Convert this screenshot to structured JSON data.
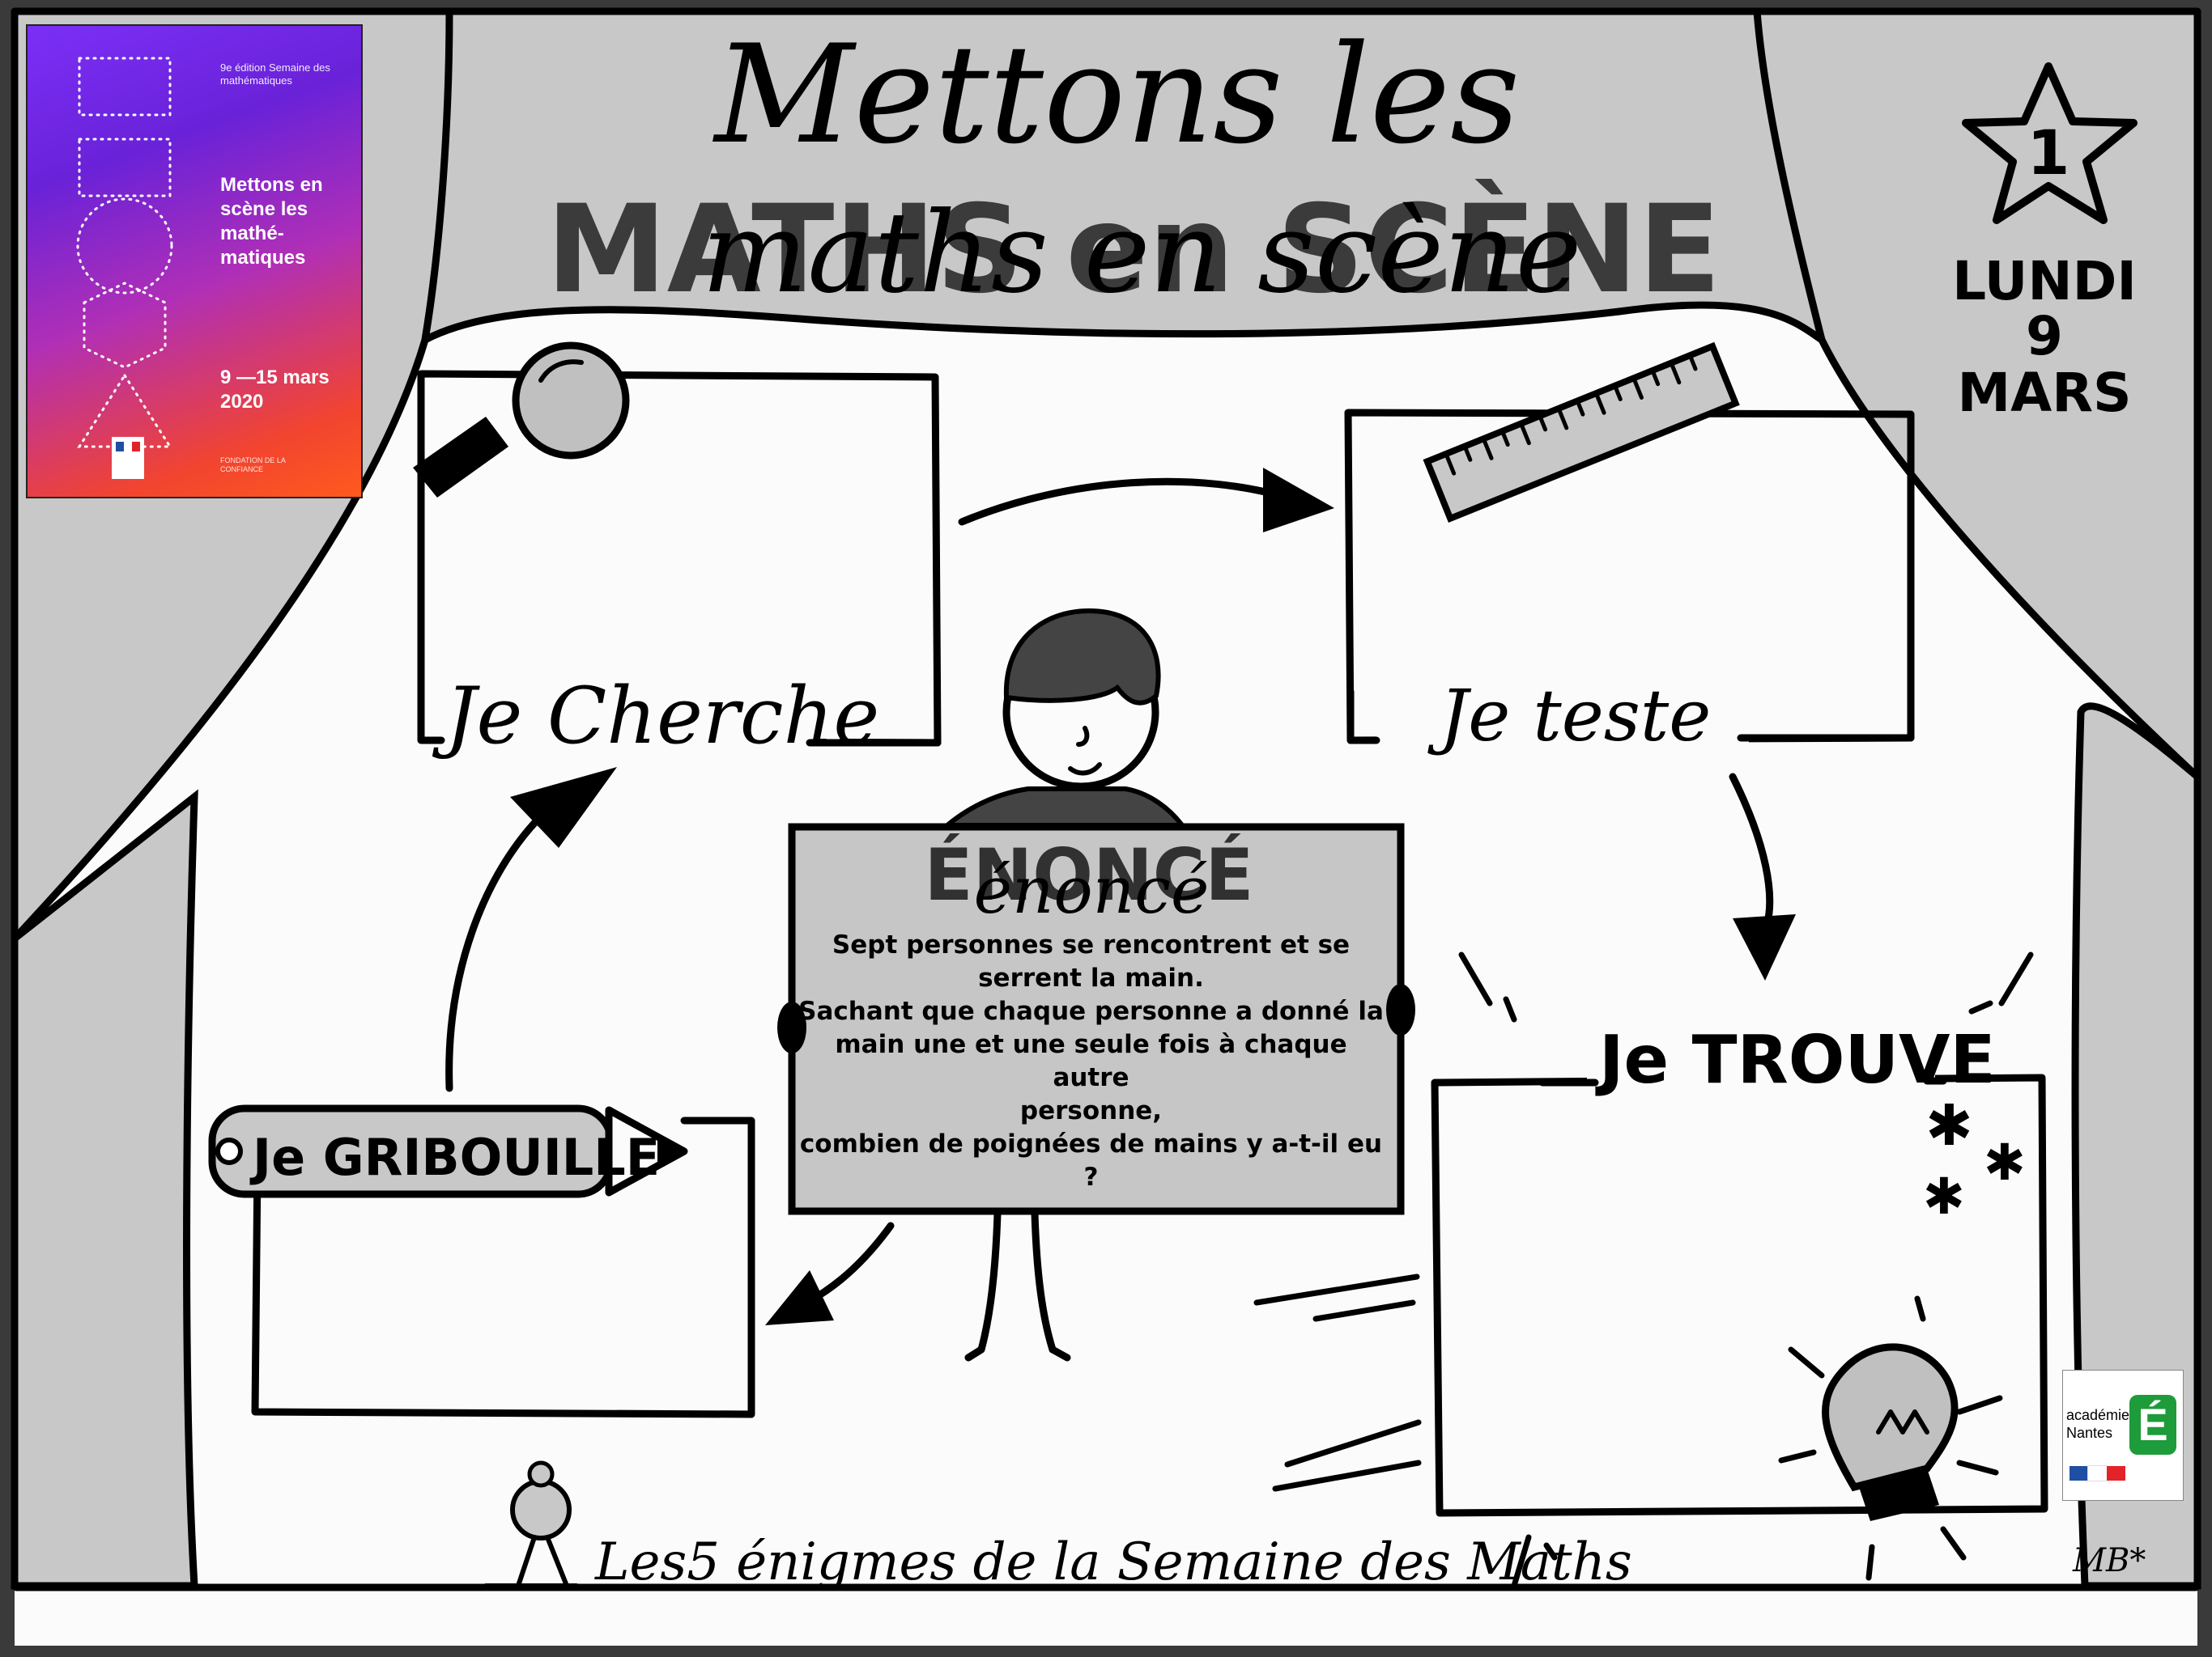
{
  "title": {
    "line1": "Mettons les",
    "line2_shadow": "MATHS en SCÈNE",
    "line2": "maths en scène"
  },
  "date": {
    "number": "1",
    "day": "LUNDI",
    "daynum": "9",
    "month": "MARS"
  },
  "poster": {
    "edition": "9e édition Semaine des mathématiques",
    "title": "Mettons en scène les mathé-matiques",
    "dates": "9 —15 mars 2020",
    "partner": "FONDATION DE LA CONFIANCE"
  },
  "steps": {
    "search": "Je Cherche",
    "test": "Je teste",
    "find": "Je TROUVE",
    "scribble": "Je GRIBOUILLE"
  },
  "sign": {
    "header_shadow": "ÉNONCÉ",
    "header": "énoncé",
    "lines": [
      "Sept personnes se rencontrent et se",
      "serrent la main.",
      "Sachant que chaque personne a donné la",
      "main une et une seule fois à chaque autre",
      "personne,",
      "combien de poignées de mains y a-t-il eu ?"
    ]
  },
  "footer": {
    "caption": "Les5 énigmes de la Semaine des Maths"
  },
  "academy": {
    "name": "académie Nantes",
    "badge": "É"
  },
  "signature": "MB*",
  "colors": {
    "curtain": "#c8c8c8",
    "stage_floor": "#ffffff",
    "frame": "#3a3a3a",
    "sign_bg": "#c6c6c6",
    "ink": "#000000",
    "academy_green": "#1e9b3a"
  }
}
